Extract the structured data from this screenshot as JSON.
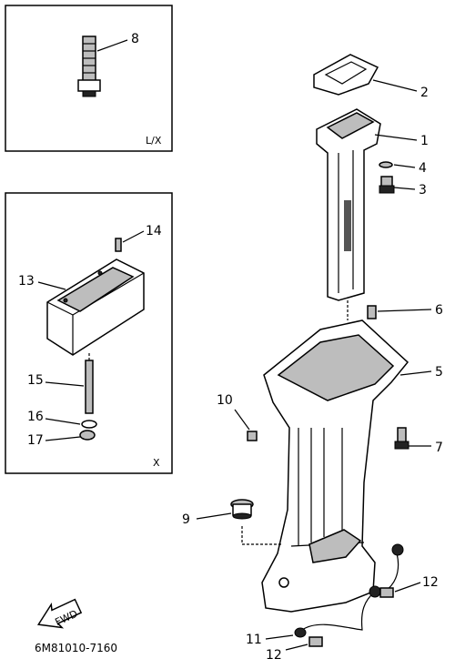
{
  "inset_lx": {
    "label": "L/X"
  },
  "inset_x": {
    "label": "X"
  },
  "callouts": [
    {
      "num": "1"
    },
    {
      "num": "2"
    },
    {
      "num": "3"
    },
    {
      "num": "4"
    },
    {
      "num": "5"
    },
    {
      "num": "6"
    },
    {
      "num": "7"
    },
    {
      "num": "8"
    },
    {
      "num": "9"
    },
    {
      "num": "10"
    },
    {
      "num": "11"
    },
    {
      "num": "12"
    },
    {
      "num": "12"
    },
    {
      "num": "13"
    },
    {
      "num": "14"
    },
    {
      "num": "15"
    },
    {
      "num": "16"
    },
    {
      "num": "17"
    }
  ],
  "fwd": {
    "label": "FWD"
  },
  "part_code": "6M81010-7160"
}
